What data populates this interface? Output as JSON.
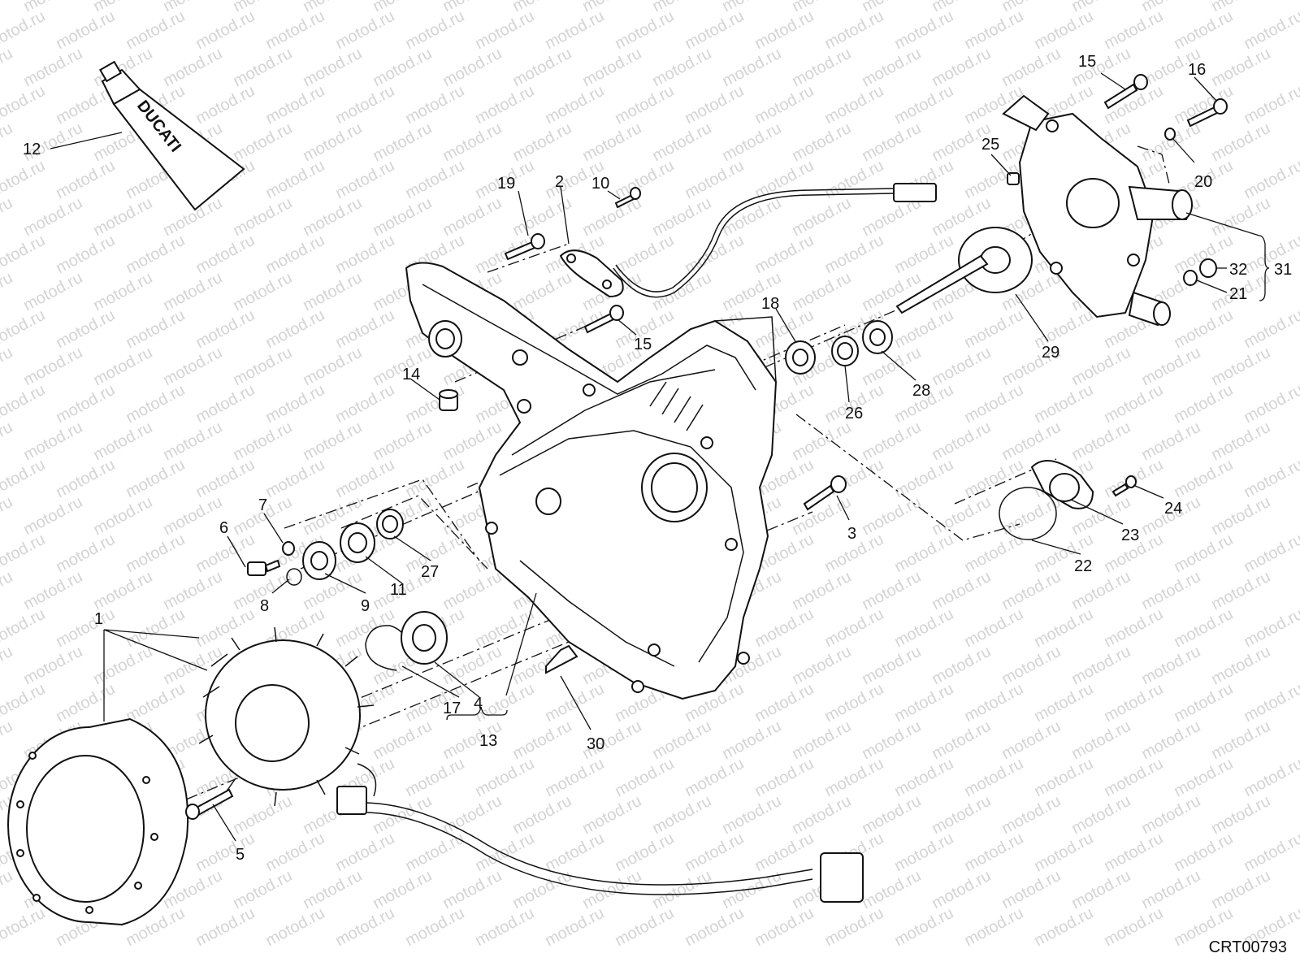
{
  "watermark": {
    "text": "motod.ru"
  },
  "drawing_code": "CRT00793",
  "tube_brand": "DUCATI",
  "callouts": {
    "c1": "1",
    "c2": "2",
    "c3": "3",
    "c4": "4",
    "c5": "5",
    "c6": "6",
    "c7": "7",
    "c8": "8",
    "c9": "9",
    "c10": "10",
    "c11": "11",
    "c12": "12",
    "c13": "13",
    "c14": "14",
    "c15a": "15",
    "c15b": "15",
    "c16": "16",
    "c17": "17",
    "c18": "18",
    "c19": "19",
    "c20": "20",
    "c21": "21",
    "c22": "22",
    "c23": "23",
    "c24": "24",
    "c25": "25",
    "c26": "26",
    "c27": "27",
    "c28": "28",
    "c29": "29",
    "c30": "30",
    "c31": "31",
    "c32": "32"
  },
  "colors": {
    "line": "#111111",
    "watermark": "#d4d4d4",
    "background": "#ffffff"
  }
}
